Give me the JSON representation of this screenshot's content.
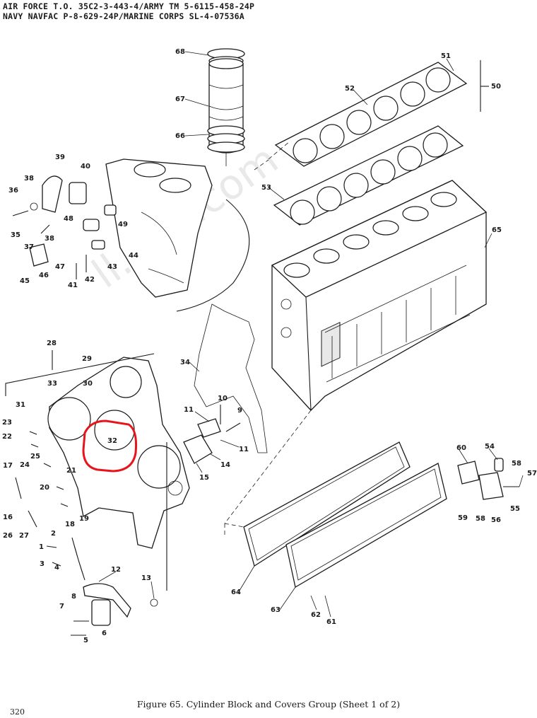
{
  "header": {
    "line1": "AIR FORCE T.O. 35C2-3-443-4/ARMY TM 5-6115-458-24P",
    "line2": "NAVY NAVFAC P-8-629-24P/MARINE CORPS SL-4-07536A"
  },
  "watermark": "ll.pub.com",
  "caption": "Figure 65.   Cylinder Block and Covers Group (Sheet 1 of 2)",
  "page_number": "320",
  "highlight_color": "#e8141b",
  "callouts": {
    "c1": "1",
    "c2": "2",
    "c3": "3",
    "c4": "4",
    "c5": "5",
    "c6": "6",
    "c7": "7",
    "c8": "8",
    "c9": "9",
    "c10": "10",
    "c11a": "11",
    "c11b": "11",
    "c12": "12",
    "c13": "13",
    "c14": "14",
    "c15": "15",
    "c16": "16",
    "c17": "17",
    "c18": "18",
    "c19": "19",
    "c20": "20",
    "c21": "21",
    "c22": "22",
    "c23": "23",
    "c24": "24",
    "c25": "25",
    "c26": "26",
    "c27": "27",
    "c28": "28",
    "c29": "29",
    "c30": "30",
    "c31": "31",
    "c32": "32",
    "c33": "33",
    "c34": "34",
    "c35": "35",
    "c36": "36",
    "c37": "37",
    "c38a": "38",
    "c38b": "38",
    "c39": "39",
    "c40": "40",
    "c41": "41",
    "c42": "42",
    "c43": "43",
    "c44": "44",
    "c45": "45",
    "c46": "46",
    "c47": "47",
    "c48": "48",
    "c49": "49",
    "c50": "50",
    "c51": "51",
    "c52": "52",
    "c53": "53",
    "c54": "54",
    "c55": "55",
    "c56": "56",
    "c57": "57",
    "c58a": "58",
    "c58b": "58",
    "c59": "59",
    "c60": "60",
    "c61": "61",
    "c62": "62",
    "c63": "63",
    "c64": "64",
    "c65": "65",
    "c66": "66",
    "c67": "67",
    "c68": "68"
  }
}
